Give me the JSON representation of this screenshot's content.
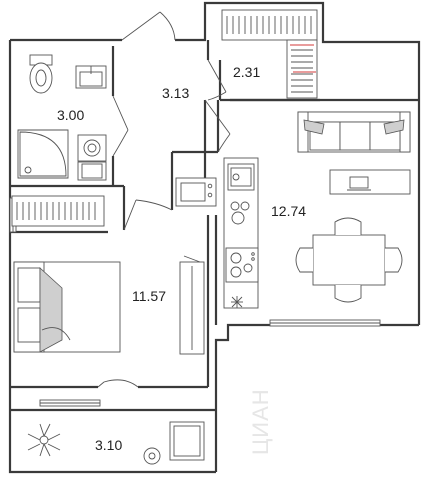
{
  "plan": {
    "rooms": [
      {
        "id": "bathroom",
        "area": "3.00"
      },
      {
        "id": "hallway",
        "area": "3.13"
      },
      {
        "id": "storage",
        "area": "2.31"
      },
      {
        "id": "kitchen-living",
        "area": "12.74"
      },
      {
        "id": "bedroom",
        "area": "11.57"
      },
      {
        "id": "balcony",
        "area": "3.10"
      }
    ],
    "watermark": "ЦИАН"
  },
  "colors": {
    "wall": "#3a3a3a",
    "accent": "#d33a3a",
    "fill_grey": "#cfcfcf"
  }
}
